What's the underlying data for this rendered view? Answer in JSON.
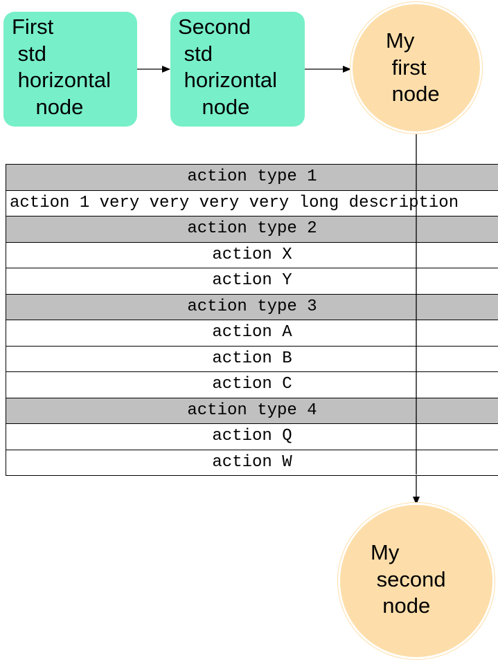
{
  "diagram": {
    "nodes": {
      "first_std": {
        "label": "First\n std\n horizontal\n    node"
      },
      "second_std": {
        "label": "Second\n std\n horizontal\n    node"
      },
      "my_first": {
        "label": "My\n first\n node"
      },
      "my_second": {
        "label": "My\n second\n  node"
      }
    },
    "edges": [
      {
        "from": "first_std",
        "to": "second_std"
      },
      {
        "from": "second_std",
        "to": "my_first"
      },
      {
        "from": "my_first",
        "to": "my_second"
      }
    ],
    "colors": {
      "std_node_fill": "#77efc8",
      "circle_node_fill": "#fddeaa",
      "group_row_fill": "#c0c0c0",
      "edge": "#000000"
    },
    "table": {
      "rows": [
        {
          "kind": "group",
          "text": "action type 1"
        },
        {
          "kind": "item",
          "align": "left",
          "text": "action 1 very very very very long description"
        },
        {
          "kind": "group",
          "text": "action type 2"
        },
        {
          "kind": "item",
          "text": "action X"
        },
        {
          "kind": "item",
          "text": "action Y"
        },
        {
          "kind": "group",
          "text": "action type 3"
        },
        {
          "kind": "item",
          "text": "action A"
        },
        {
          "kind": "item",
          "text": "action B"
        },
        {
          "kind": "item",
          "text": "action C"
        },
        {
          "kind": "group",
          "text": "action type 4"
        },
        {
          "kind": "item",
          "text": "action Q"
        },
        {
          "kind": "item",
          "text": "action W"
        }
      ]
    }
  }
}
